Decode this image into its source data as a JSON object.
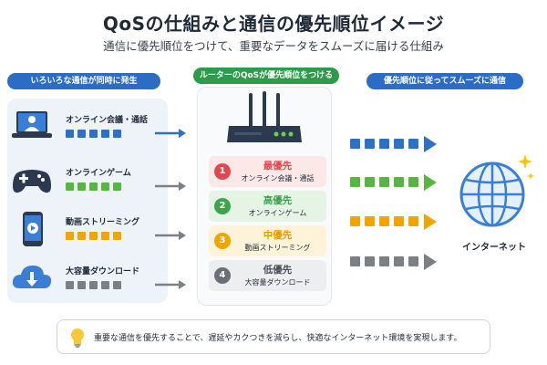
{
  "title": "QoSの仕組みと通信の優先順位イメージ",
  "subtitle": "通信に優先順位をつけて、重要なデータをスムーズに届ける仕組み",
  "left": {
    "header": "いろいろな通信が同時に発生",
    "rows": [
      {
        "label": "オンライン会議・通話",
        "icon": "laptop-person-icon",
        "color": "#2f6fc4"
      },
      {
        "label": "オンラインゲーム",
        "icon": "gamepad-icon",
        "color": "#58b544"
      },
      {
        "label": "動画ストリーミング",
        "icon": "video-phone-icon",
        "color": "#f0a500"
      },
      {
        "label": "大容量ダウンロード",
        "icon": "cloud-download-icon",
        "color": "#7b7f86"
      }
    ]
  },
  "middle": {
    "header": "ルーターのQoSが優先順位をつける",
    "priorities": [
      {
        "num": "1",
        "title": "最優先",
        "sub": "オンライン会議・通話",
        "color": "#e0484f",
        "bg": "#fde8e8"
      },
      {
        "num": "2",
        "title": "高優先",
        "sub": "オンラインゲーム",
        "color": "#3fa34d",
        "bg": "#e6f4e5"
      },
      {
        "num": "3",
        "title": "中優先",
        "sub": "動画ストリーミング",
        "color": "#f0a500",
        "bg": "#fdf3d9"
      },
      {
        "num": "4",
        "title": "低優先",
        "sub": "大容量ダウンロード",
        "color": "#6b7078",
        "bg": "#eceef0"
      }
    ]
  },
  "right": {
    "header": "優先順位に従ってスムーズに通信",
    "destination": "インターネット"
  },
  "footer": {
    "text": "重要な通信を優先することで、遅延やカクつきを減らし、快適なインターネット環境を実現します。",
    "icon": "lightbulb-icon"
  },
  "colors": {
    "blue": "#2f6fc4",
    "green": "#3fa34d",
    "accent_header_blue": "#2b6cc4"
  }
}
